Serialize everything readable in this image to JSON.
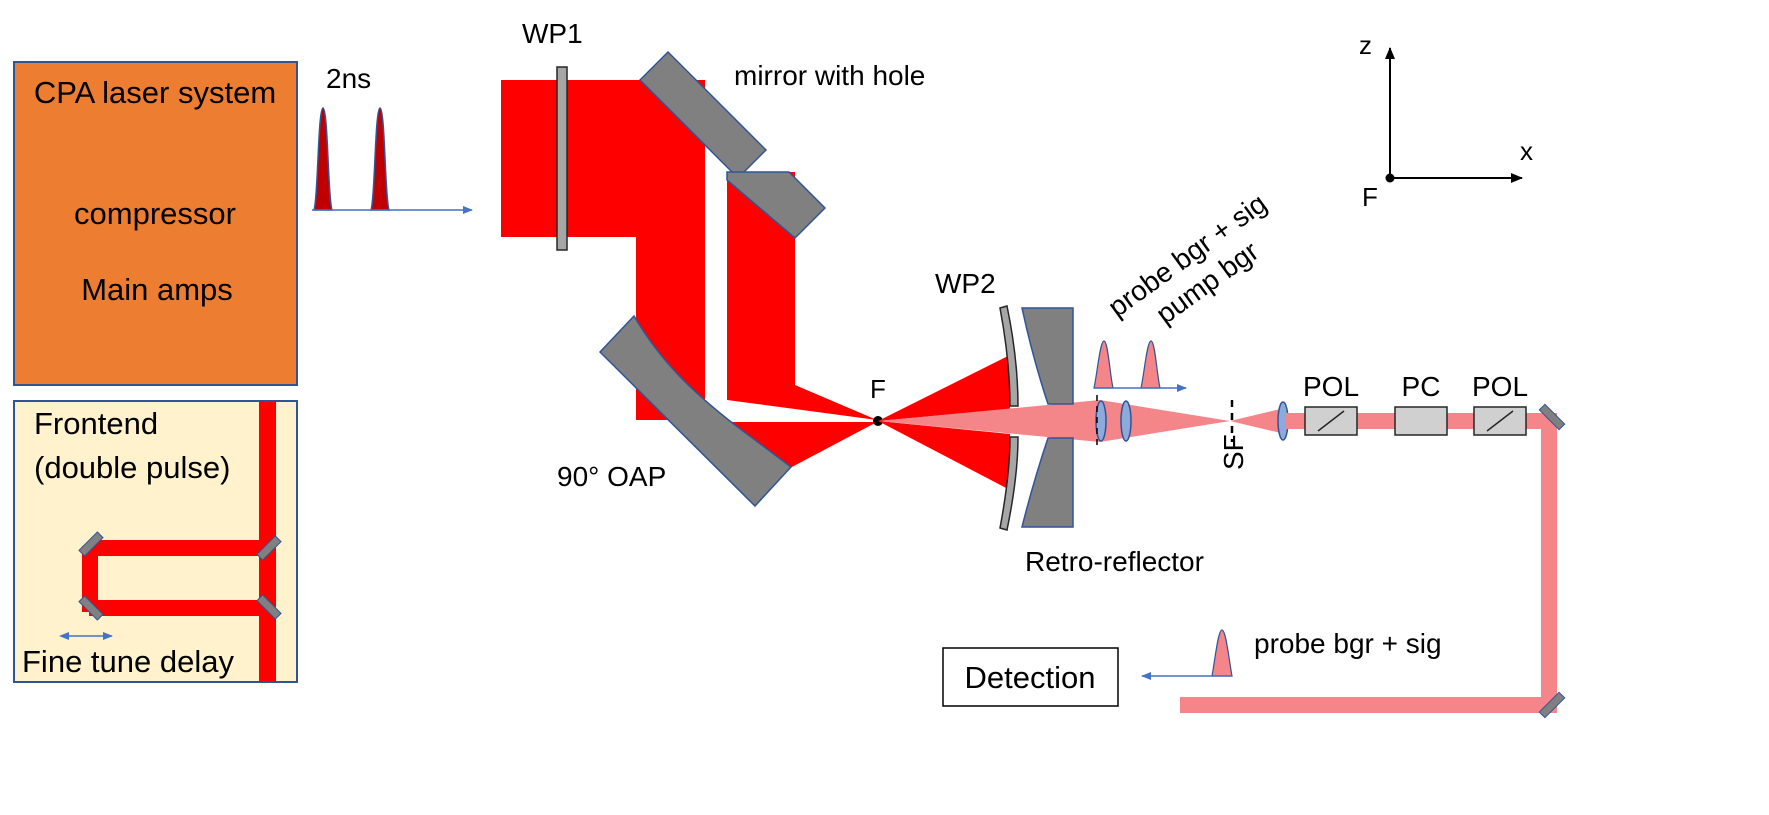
{
  "labels": {
    "cpa_title": "CPA laser system",
    "compressor": "compressor",
    "main_amps": "Main amps",
    "frontend_line1": "Frontend",
    "frontend_line2": "(double pulse)",
    "fine_tune": "Fine tune delay",
    "pulse_sep": "2ns",
    "wp1": "WP1",
    "mirror_hole": "mirror with hole",
    "oap": "90° OAP",
    "focus": "F",
    "wp2": "WP2",
    "retro": "Retro-reflector",
    "probe_sig_top": "probe bgr + sig",
    "pump_bgr": "pump bgr",
    "sf": "SF",
    "pol1": "POL",
    "pc": "PC",
    "pol2": "POL",
    "probe_sig_bottom": "probe bgr + sig",
    "detection": "Detection",
    "axis_z": "z",
    "axis_x": "x",
    "axis_origin": "F"
  },
  "colors": {
    "beam": "#ff0000",
    "probe_beam": "#f4868a",
    "laser_box": "#ed7d31",
    "frontend_box": "#fff2cc",
    "box_border": "#2f5597",
    "optic_gray": "#808080",
    "arrow": "#4472c4",
    "component_gray": "#d0d0d0"
  }
}
